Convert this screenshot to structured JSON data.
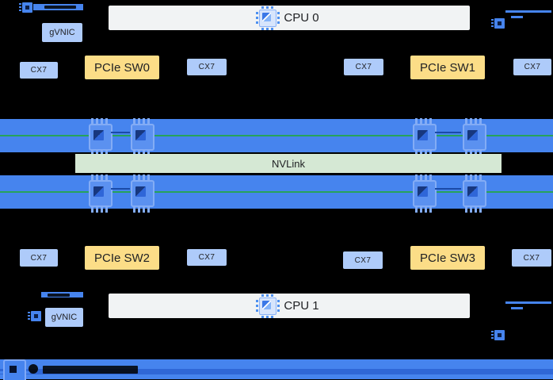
{
  "nodes": {
    "cpu0": {
      "label": "CPU 0"
    },
    "cpu1": {
      "label": "CPU 1"
    },
    "nvlink": {
      "label": "NVLink"
    },
    "gvnic_top": {
      "label": "gVNIC"
    },
    "gvnic_bottom": {
      "label": "gVNIC"
    },
    "pcie_switches": [
      "PCIe SW0",
      "PCIe SW1",
      "PCIe SW2",
      "PCIe SW3"
    ],
    "cx7_top": [
      "CX7",
      "CX7",
      "CX7",
      "CX7"
    ],
    "cx7_bottom": [
      "CX7",
      "CX7",
      "CX7",
      "CX7"
    ]
  },
  "icons": {
    "cpu_chip": "processor-chip-icon",
    "gpu_chip": "gpu-chip-icon",
    "corner_nic": "nic-uplink-icon",
    "bottom_chip": "network-chip-icon"
  },
  "colors": {
    "background": "#000000",
    "gpu_bar_blue": "#4684ee",
    "nic_box_blue": "#aecbfa",
    "pcie_switch_yellow": "#fcdd87",
    "cpu_box_gray": "#f1f3f4",
    "nvlink_bar_green": "#d5e8d4",
    "nvlink_line_green": "#27a35a",
    "text_dark": "#202124"
  }
}
